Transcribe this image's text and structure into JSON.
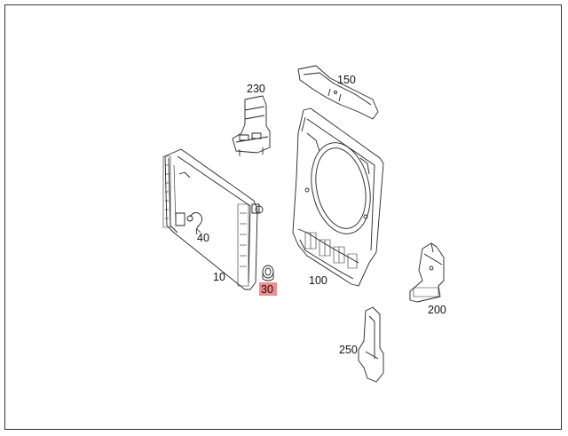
{
  "parts": [
    {
      "id": "10",
      "label": "10",
      "highlighted": false
    },
    {
      "id": "30",
      "label": "30",
      "highlighted": true,
      "highlight_color": "#f28b8b"
    },
    {
      "id": "40",
      "label": "40",
      "highlighted": false
    },
    {
      "id": "100",
      "label": "100",
      "highlighted": false
    },
    {
      "id": "150",
      "label": "150",
      "highlighted": false
    },
    {
      "id": "200",
      "label": "200",
      "highlighted": false
    },
    {
      "id": "230",
      "label": "230",
      "highlighted": false
    },
    {
      "id": "250",
      "label": "250",
      "highlighted": false
    }
  ]
}
